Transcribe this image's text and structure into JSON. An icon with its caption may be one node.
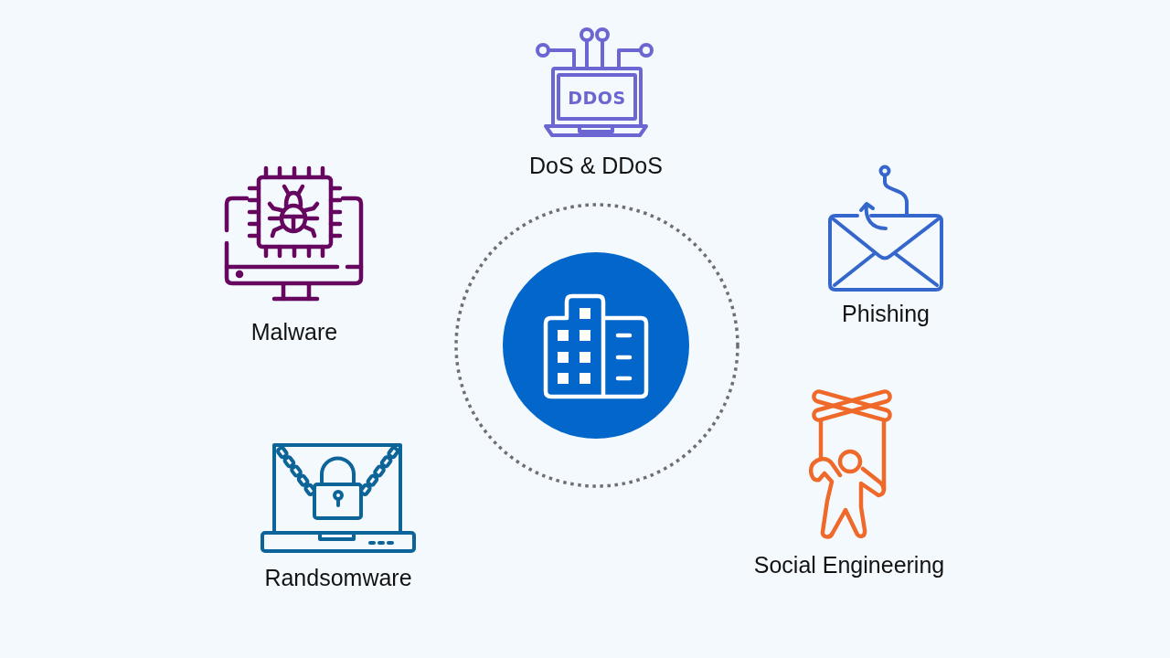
{
  "diagram": {
    "nodes": [
      {
        "text": [
          "DDOS",
          "DoS & DDoS"
        ]
      },
      {
        "text": [
          "Malware"
        ]
      },
      {
        "text": [
          "Phishing"
        ]
      },
      {
        "text": [],
        "shape": "circle"
      },
      {
        "text": [
          "Social Engineering"
        ]
      },
      {
        "text": [
          "Randsomware"
        ]
      }
    ]
  }
}
